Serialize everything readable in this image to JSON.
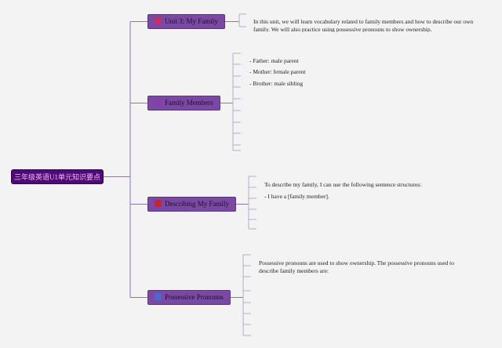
{
  "root": {
    "label": "三年级英语U1单元知识要点"
  },
  "topics": [
    {
      "label": "Unit 3: My Family",
      "icon_color": "#c0306a",
      "details": [
        "In this unit, we will learn vocabulary related to family members and how to describe our own family. We will also practice using possessive pronouns to show ownership."
      ]
    },
    {
      "label": "Family Members",
      "icon_color": "#8a3bb0",
      "details": [
        "- Father: male parent",
        "- Mother: female parent",
        "- Brother: male sibling"
      ]
    },
    {
      "label": "Describing My Family",
      "icon_color": "#d42020",
      "details": [
        "To describe my family, I can use the following sentence structures:",
        "- I have a [family member]."
      ]
    },
    {
      "label": "Possessive Pronouns",
      "icon_color": "#4a6ad0",
      "details": [
        "Possessive pronouns are used to show ownership. The possessive pronouns used to describe family members are:"
      ]
    }
  ],
  "colors": {
    "connector": "#8c76b8",
    "bracket": "#b4acc8"
  }
}
